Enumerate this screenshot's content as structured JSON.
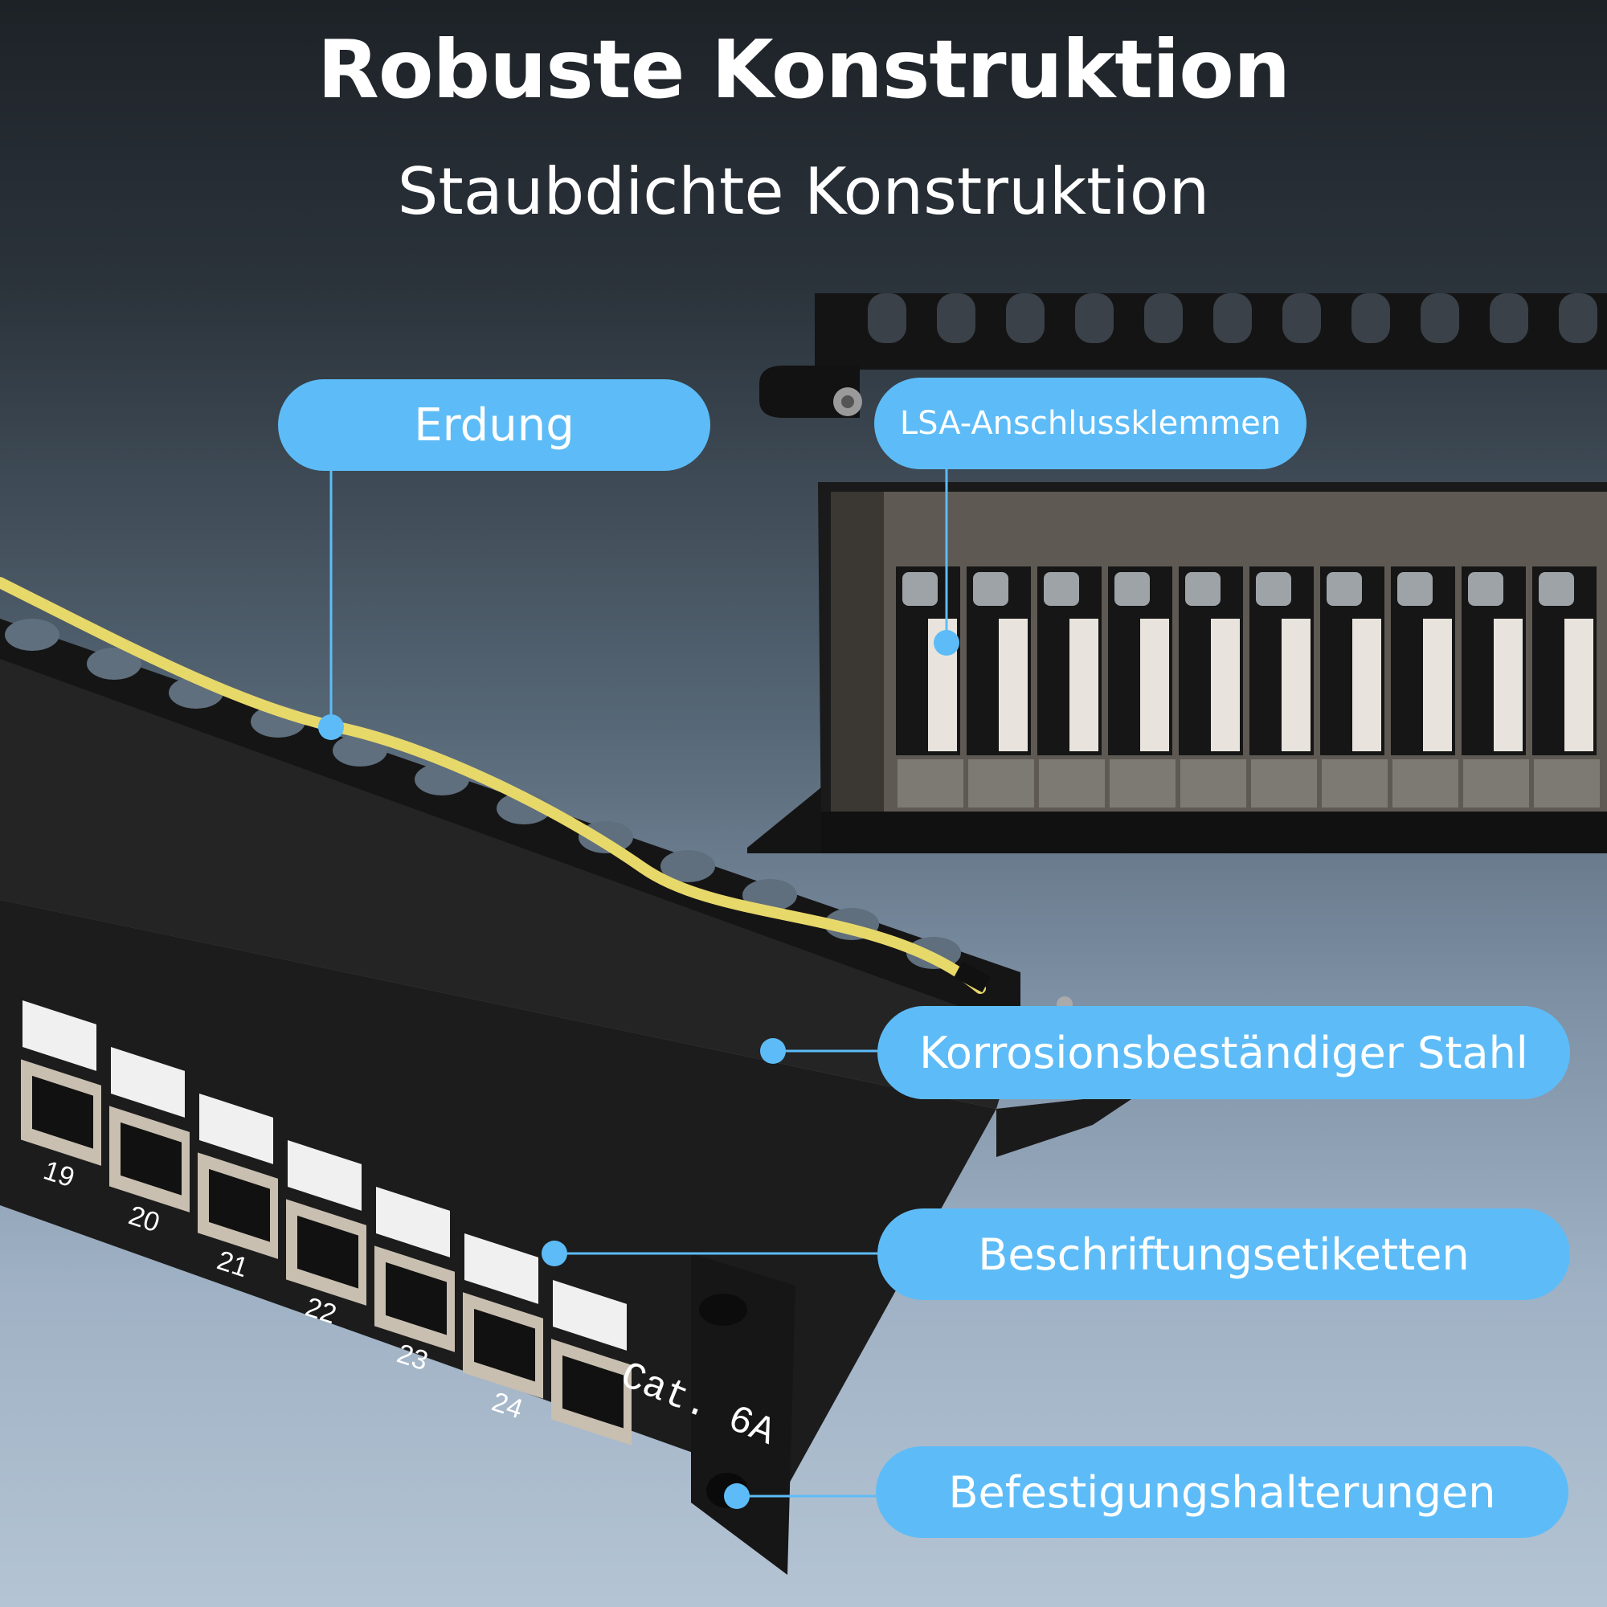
{
  "header": {
    "title": "Robuste Konstruktion",
    "subtitle": "Staubdichte Konstruktion"
  },
  "product": {
    "port_numbers": [
      "19",
      "20",
      "21",
      "22",
      "23",
      "24"
    ],
    "category_label": "Cat. 6A"
  },
  "callouts": {
    "grounding": "Erdung",
    "lsa_terminals": "LSA-Anschlussklemmen",
    "steel": "Korrosionsbeständiger Stahl",
    "labels": "Beschriftungsetiketten",
    "brackets": "Befestigungshalterungen"
  },
  "colors": {
    "callout": "#5dbcf7",
    "panel": "#1b1b1b",
    "cable": "#e7d86a"
  }
}
